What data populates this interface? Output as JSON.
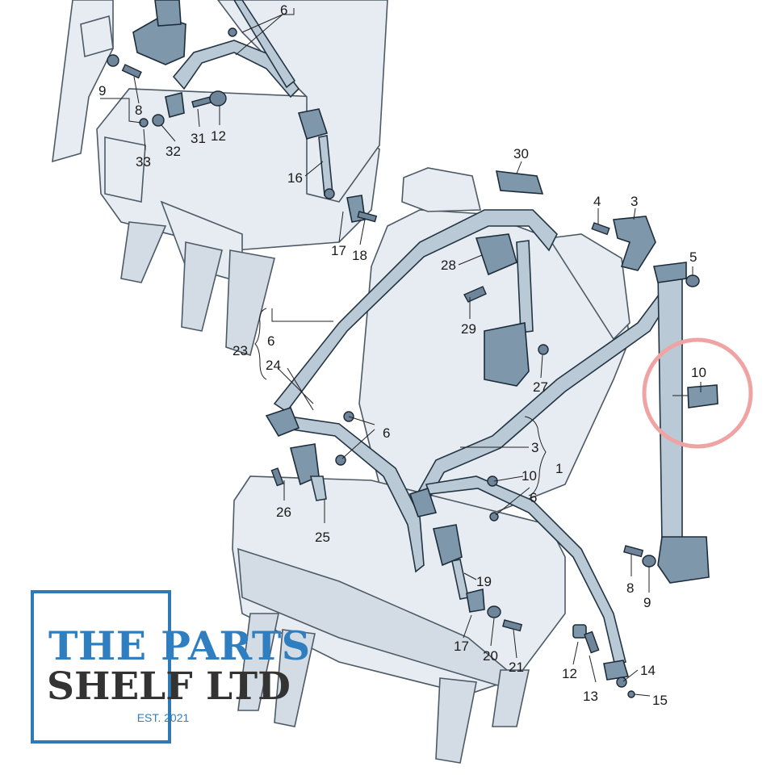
{
  "diagram": {
    "callouts": [
      {
        "id": "c6_top",
        "text": "6"
      },
      {
        "id": "c9_tl",
        "text": "9"
      },
      {
        "id": "c8_tl",
        "text": "8"
      },
      {
        "id": "c33",
        "text": "33"
      },
      {
        "id": "c32",
        "text": "32"
      },
      {
        "id": "c31",
        "text": "31"
      },
      {
        "id": "c12_tl",
        "text": "12"
      },
      {
        "id": "c16",
        "text": "16"
      },
      {
        "id": "c17_tl",
        "text": "17"
      },
      {
        "id": "c18",
        "text": "18"
      },
      {
        "id": "c30",
        "text": "30"
      },
      {
        "id": "c4",
        "text": "4"
      },
      {
        "id": "c3_tr",
        "text": "3"
      },
      {
        "id": "c5",
        "text": "5"
      },
      {
        "id": "c28",
        "text": "28"
      },
      {
        "id": "c29",
        "text": "29"
      },
      {
        "id": "c27",
        "text": "27"
      },
      {
        "id": "c10_r",
        "text": "10"
      },
      {
        "id": "c23",
        "text": "23"
      },
      {
        "id": "c6_l",
        "text": "6"
      },
      {
        "id": "c24",
        "text": "24"
      },
      {
        "id": "c6_m",
        "text": "6"
      },
      {
        "id": "c3_m",
        "text": "3"
      },
      {
        "id": "c1",
        "text": "1"
      },
      {
        "id": "c10_m",
        "text": "10"
      },
      {
        "id": "c6_b",
        "text": "6"
      },
      {
        "id": "c26",
        "text": "26"
      },
      {
        "id": "c25",
        "text": "25"
      },
      {
        "id": "c8_r",
        "text": "8"
      },
      {
        "id": "c9_r",
        "text": "9"
      },
      {
        "id": "c19",
        "text": "19"
      },
      {
        "id": "c17_b",
        "text": "17"
      },
      {
        "id": "c20",
        "text": "20"
      },
      {
        "id": "c21",
        "text": "21"
      },
      {
        "id": "c12_b",
        "text": "12"
      },
      {
        "id": "c13",
        "text": "13"
      },
      {
        "id": "c14",
        "text": "14"
      },
      {
        "id": "c15",
        "text": "15"
      }
    ],
    "highlight_color": "#f0a3a3"
  },
  "logo": {
    "line1": "THE PARTS",
    "line2": "SHELF LTD",
    "line3": "EST. 2021",
    "accent_color": "#2f7fc0",
    "dark_color": "#333333"
  }
}
